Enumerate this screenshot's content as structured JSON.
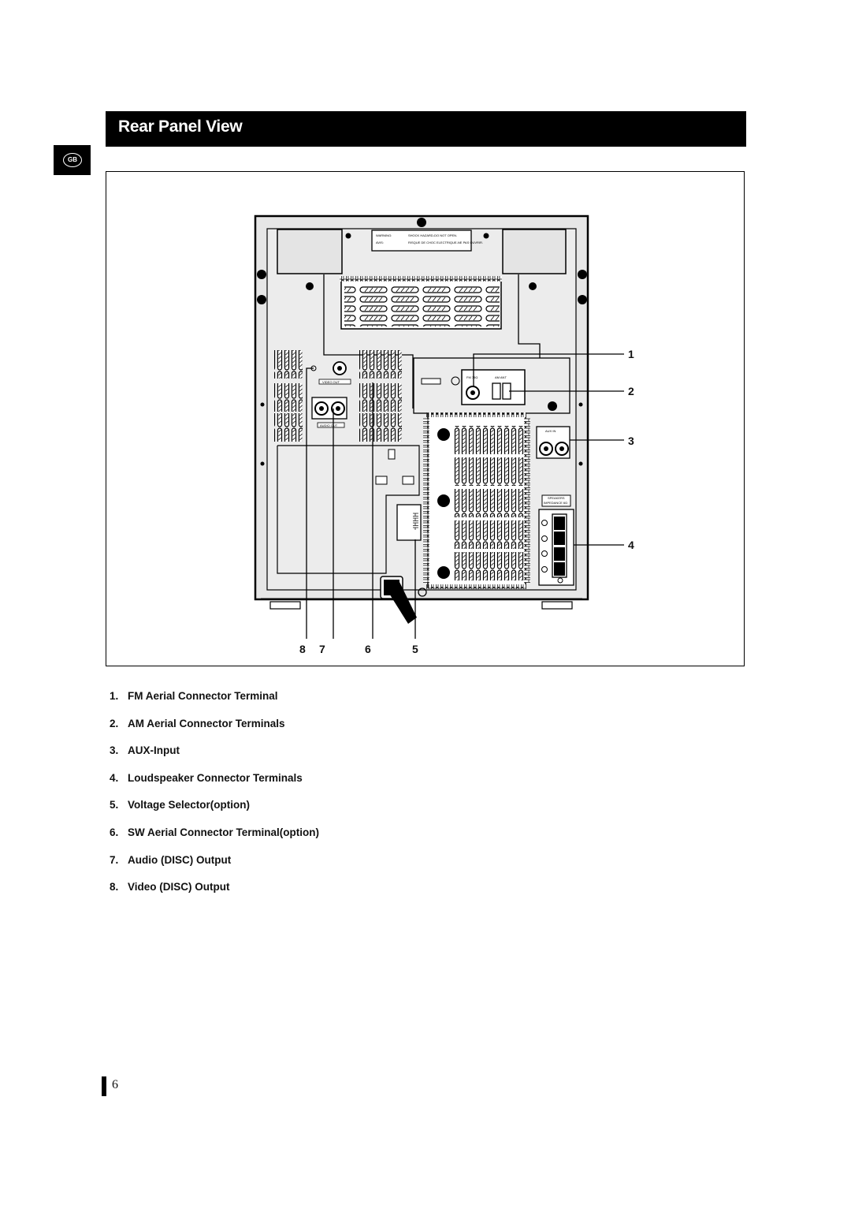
{
  "header": {
    "title": "Rear Panel View"
  },
  "language_badge": "GB",
  "figure": {
    "warning_text": "WARNING:",
    "warning_message": "SHOCK HAZARD-DO NOT OPEN.",
    "avis_text": "AVIS:",
    "avis_message": "RISQUE DE CHOC ELECTRIQUE-NE PAS OUVRIR.",
    "video_out_label": "VIDEO OUT",
    "audio_out_label": "AUDIO OUT",
    "fm_label": "FM 75Ω",
    "am_label": "AM ANT",
    "aux_in_label": "AUX IN",
    "speakers_label": "SPEAKERS",
    "impedance_label": "IMPEDANCE 6Ω",
    "callouts": [
      "1",
      "2",
      "3",
      "4",
      "5",
      "6",
      "7",
      "8"
    ]
  },
  "items": [
    {
      "num": "1.",
      "label": "FM Aerial Connector Terminal"
    },
    {
      "num": "2.",
      "label": "AM Aerial Connector Terminals"
    },
    {
      "num": "3.",
      "label": "AUX-Input"
    },
    {
      "num": "4.",
      "label": "Loudspeaker Connector Terminals"
    },
    {
      "num": "5.",
      "label": "Voltage Selector(option)"
    },
    {
      "num": "6.",
      "label": "SW Aerial Connector Terminal(option)"
    },
    {
      "num": "7.",
      "label": "Audio (DISC) Output"
    },
    {
      "num": "8.",
      "label": "Video (DISC) Output"
    }
  ],
  "page_number": "6"
}
